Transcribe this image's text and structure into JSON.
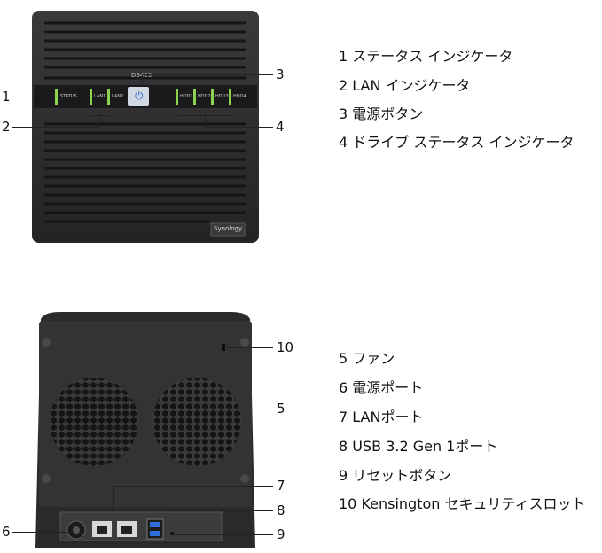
{
  "front": {
    "model": "DS423",
    "status_label": "STATUS",
    "lan_labels": [
      "LAN1",
      "LAN2"
    ],
    "drive_labels": [
      "HDD1",
      "HDD2",
      "HDD3",
      "HDD4"
    ],
    "brand": "Synology",
    "callouts": [
      "1",
      "2",
      "3",
      "4"
    ],
    "legend": [
      "1  ステータス インジケータ",
      "2  LAN インジケータ",
      "3  電源ボタン",
      "4  ドライブ ステータス インジケータ"
    ]
  },
  "rear": {
    "callouts": [
      "10",
      "5",
      "6",
      "7",
      "8",
      "9"
    ],
    "legend": [
      "5  ファン",
      "6  電源ポート",
      "7  LANポート",
      "8  USB 3.2 Gen 1ポート",
      "9  リセットボタン",
      "10  Kensington セキュリティスロット"
    ]
  },
  "colors": {
    "chassis": "#2b2b2d",
    "chassis_dark": "#1d1d1f",
    "led_green": "#8bd34a",
    "power_button": "#cfd8e3"
  }
}
